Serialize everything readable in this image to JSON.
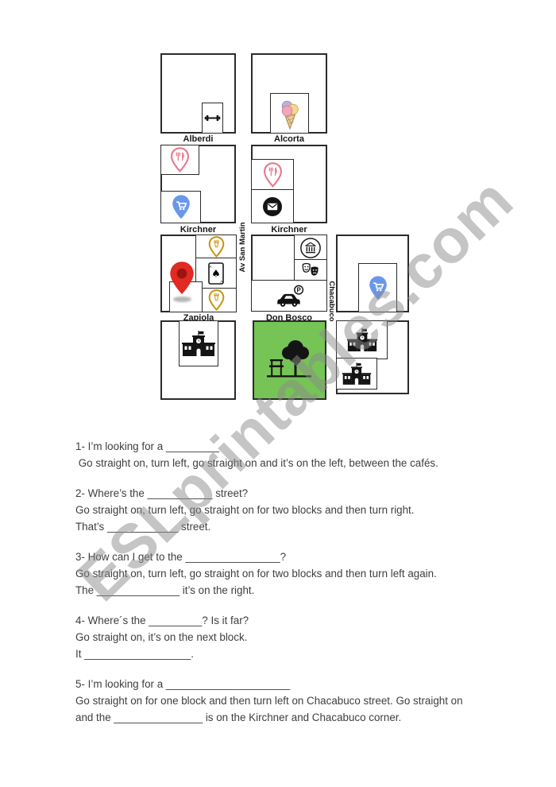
{
  "watermark": {
    "text": "ESLprintables.com"
  },
  "map": {
    "streets": {
      "alberdi": "Alberdi",
      "alcorta": "Alcorta",
      "kirchner": "Kirchner",
      "zapiola": "Zapiola",
      "don_bosco": "Don Bosco",
      "av_san_martin": "Av San Martin",
      "chacabuco": "Chacabuco"
    },
    "places": [
      {
        "block": "Alberdi",
        "icon": "dumbbell-gym-icon"
      },
      {
        "block": "Alcorta",
        "icon": "ice-cream-icon"
      },
      {
        "block": "Kirchner left",
        "icon": "restaurant-pin-icon"
      },
      {
        "block": "Kirchner left",
        "icon": "supermarket-cart-pin-icon"
      },
      {
        "block": "Kirchner right",
        "icon": "restaurant-pin-icon"
      },
      {
        "block": "Kirchner right",
        "icon": "post-office-mail-icon"
      },
      {
        "block": "Zapiola",
        "icon": "cafe-pin-icon"
      },
      {
        "block": "Zapiola",
        "icon": "playing-card-icon"
      },
      {
        "block": "Zapiola",
        "icon": "cafe-pin-icon"
      },
      {
        "block": "Zapiola",
        "icon": "you-are-here-marker-icon"
      },
      {
        "block": "Don Bosco",
        "icon": "bank-icon"
      },
      {
        "block": "Don Bosco",
        "icon": "theatre-masks-icon"
      },
      {
        "block": "Don Bosco",
        "icon": "parking-car-icon"
      },
      {
        "block": "Chacabuco east",
        "icon": "supermarket-cart-pin-icon"
      },
      {
        "block": "bottom left",
        "icon": "school-icon"
      },
      {
        "block": "bottom centre",
        "icon": "park-tree-bench-icon"
      },
      {
        "block": "bottom right",
        "icon": "school-icon"
      },
      {
        "block": "bottom right",
        "icon": "school-icon"
      }
    ]
  },
  "exercise": {
    "questions": [
      {
        "lines": [
          "1- I’m looking for a _________",
          " Go straight on, turn left, go straight on and it’s on the left, between the cafés."
        ]
      },
      {
        "lines": [
          "2- Where’s the ___________ street?",
          "Go straight on, turn left, go straight on for two blocks and then turn right.",
          "That’s ____________ street."
        ]
      },
      {
        "lines": [
          "3- How can I get to the ________________?",
          "Go straight on, turn left, go straight on for two blocks and then turn left again.",
          "The ______________ it’s on the right."
        ]
      },
      {
        "lines": [
          "4- Where´s the _________? Is it far?",
          "Go straight on, it’s on the next block.",
          "It __________________."
        ]
      },
      {
        "lines": [
          "5- I’m looking for a _____________________",
          "Go straight on for one block and then turn left on Chacabuco street. Go straight on",
          "and the _______________ is on the Kirchner and Chacabuco corner."
        ]
      }
    ]
  },
  "colors": {
    "pin_pink": "#e8798e",
    "pin_blue": "#6b97ea",
    "pin_gold": "#c6930f",
    "marker_red": "#e02a23",
    "park_green": "#76c356",
    "ink": "#141414",
    "watermark_gray": "#8c8c8c"
  }
}
